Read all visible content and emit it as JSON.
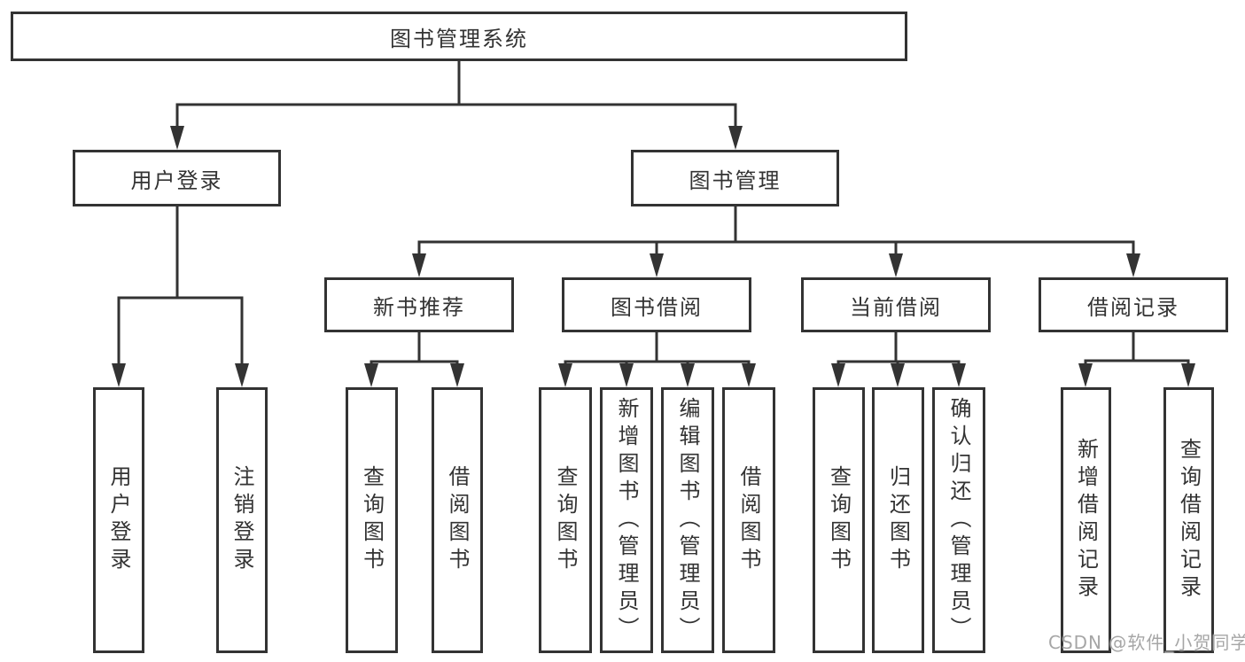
{
  "diagram": {
    "root": {
      "label": "图书管理系统",
      "children": [
        {
          "label": "用户登录",
          "children": [
            {
              "label": "用户登录"
            },
            {
              "label": "注销登录"
            }
          ]
        },
        {
          "label": "图书管理",
          "children": [
            {
              "label": "新书推荐",
              "children": [
                {
                  "label": "查询图书"
                },
                {
                  "label": "借阅图书"
                }
              ]
            },
            {
              "label": "图书借阅",
              "children": [
                {
                  "label": "查询图书"
                },
                {
                  "label": "新增图书（管理员）"
                },
                {
                  "label": "编辑图书（管理员）"
                },
                {
                  "label": "借阅图书"
                }
              ]
            },
            {
              "label": "当前借阅",
              "children": [
                {
                  "label": "查询图书"
                },
                {
                  "label": "归还图书"
                },
                {
                  "label": "确认归还（管理员）"
                }
              ]
            },
            {
              "label": "借阅记录",
              "children": [
                {
                  "label": "新增借阅记录"
                },
                {
                  "label": "查询借阅记录"
                }
              ]
            }
          ]
        }
      ]
    }
  },
  "watermark": {
    "text": "CSDN @软件_小贺同学"
  },
  "colors": {
    "line": "#333333",
    "border": "#333333",
    "text": "#333333",
    "watermark": "#a6a6a6",
    "background": "#ffffff"
  }
}
